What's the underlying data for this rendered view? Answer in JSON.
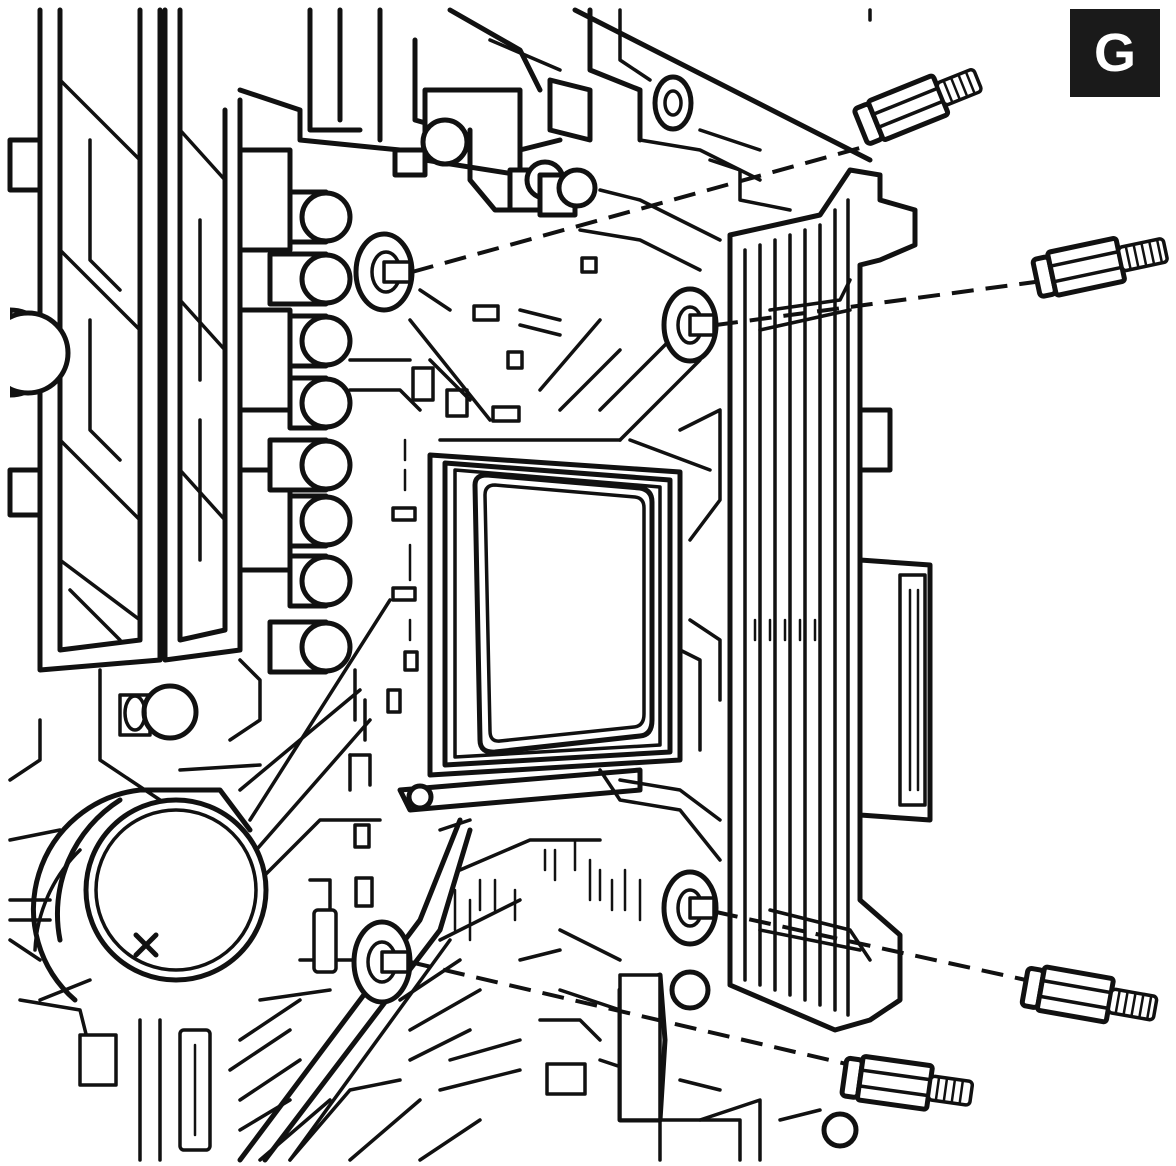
{
  "badge": {
    "letter": "G",
    "background_color": "#1a1a1a",
    "text_color": "#ffffff"
  },
  "diagram": {
    "line_color": "#111111",
    "background_color": "#ffffff"
  },
  "standoffs": [
    {
      "id": "top-left"
    },
    {
      "id": "top-right"
    },
    {
      "id": "bottom-right"
    },
    {
      "id": "bottom-left"
    }
  ]
}
